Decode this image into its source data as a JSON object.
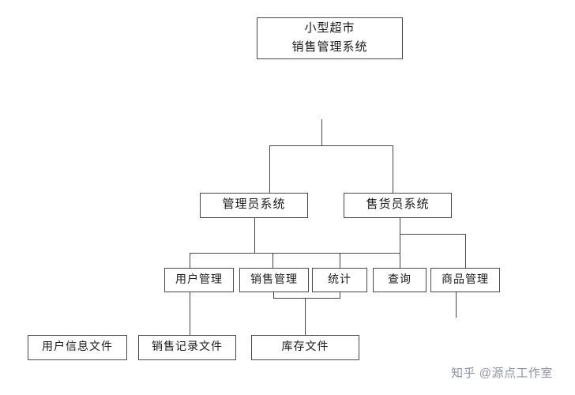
{
  "colors": {
    "background": "#ffffff",
    "line": "#454545",
    "box_border": "#4a4a4a",
    "text": "#1a1a1a",
    "watermark": "#8a93a6"
  },
  "diagram": {
    "type": "hierarchy-flowchart",
    "root": {
      "line1": "小型超市",
      "line2": "销售管理系统"
    },
    "level2": {
      "admin": "管理员系统",
      "clerk": "售货员系统"
    },
    "level3": {
      "user_mgmt": "用户管理",
      "sales_mgmt": "销售管理",
      "stats": "统计",
      "query": "查询",
      "product_mgmt": "商品管理"
    },
    "level4": {
      "user_info_file": "用户信息文件",
      "sales_record_file": "销售记录文件",
      "stock_file": "库存文件"
    }
  },
  "watermark": {
    "text": "知乎 @源点工作室"
  }
}
